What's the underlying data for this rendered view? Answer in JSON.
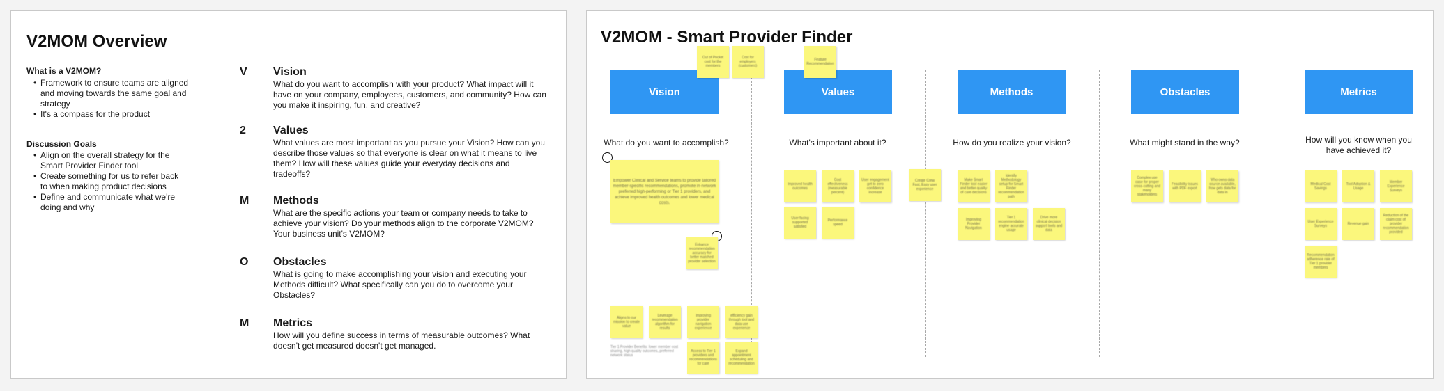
{
  "overview": {
    "title": "V2MOM Overview",
    "what_heading": "What is a V2MOM?",
    "what_items": [
      "Framework to ensure teams are aligned and moving towards the same goal and strategy",
      "It's a compass for the product"
    ],
    "goals_heading": "Discussion Goals",
    "goals_items": [
      "Align on the overall strategy for the Smart Provider Finder tool",
      "Create something for us to refer back to when making product decisions",
      "Define and communicate what we're doing and why"
    ],
    "sections": [
      {
        "letter": "V",
        "title": "Vision",
        "desc": "What do you want to accomplish with your product? What impact will it have on your company, employees, customers, and community? How can you make it inspiring, fun, and creative?"
      },
      {
        "letter": "2",
        "title": "Values",
        "desc": "What values are most important as you pursue your Vision? How can you describe those values so that everyone is clear on what it means to live them? How will these values guide your everyday decisions and tradeoffs?"
      },
      {
        "letter": "M",
        "title": "Methods",
        "desc": "What are the specific actions your team or company needs to take to achieve your vision? Do your methods align to the corporate V2MOM? Your business unit's V2MOM?"
      },
      {
        "letter": "O",
        "title": "Obstacles",
        "desc": "What is going to make accomplishing your vision and executing your Methods difficult? What specifically can you do to overcome your Obstacles?"
      },
      {
        "letter": "M",
        "title": "Metrics",
        "desc": "How will you define success in terms of measurable outcomes? What doesn't get measured doesn't get managed."
      }
    ]
  },
  "board": {
    "title": "V2MOM - Smart Provider Finder",
    "columns": [
      {
        "label": "Vision",
        "question": "What do you want to accomplish?"
      },
      {
        "label": "Values",
        "question": "What's important about it?"
      },
      {
        "label": "Methods",
        "question": "How do you realize your vision?"
      },
      {
        "label": "Obstacles",
        "question": "What might stand in the way?"
      },
      {
        "label": "Metrics",
        "question": "How will you know when you have achieved it?"
      }
    ],
    "stickies": {
      "top1": "Out of Pocket cost for the members",
      "top2": "Cost for employers (customers)",
      "top3": "Feature Recommendation",
      "vision_main": "Empower Clinical and Service teams to provide tailored member-specific recommendations, promote in-network preferred high-performing or Tier 1 providers, and achieve improved health outcomes and lower medical costs.",
      "vision_small": "Enhance recommendation accuracy for better matched provider selection",
      "v_b1": "Aligns to our mission to create value",
      "v_b2": "Leverage recommendation algorithm for results",
      "v_b3": "Improving provider navigation experience",
      "v_b4": "efficiency gain through tool and data use experience",
      "v_b5": "Access to Tier 1 providers and recommendations for care",
      "v_b6": "Expand appointment scheduling and recommendation",
      "v_note": "Tier 1 Provider Benefits: lower member cost sharing, high quality outcomes, preferred network status",
      "val1": "Improved health outcomes",
      "val2": "Cost effectiveness (measurable percent)",
      "val3": "User engagement get to zero confidence increase",
      "val4": "User facing supported satisfied",
      "val5": "Performance speed",
      "val6": "Create Crew Fast, Easy user experience",
      "meth1": "Make Smart Finder tool easier and better quality of care decisions",
      "meth2": "Identify Methodology setup for Smart Finder recommendation path",
      "meth3": "Improving Provider Navigation",
      "meth4": "Tier 1 recommendation engine accurate usage",
      "meth5": "Drive more clinical decision support tools and data",
      "obs1": "Complex use case for proper cross-cutting and many stakeholders",
      "obs2": "Feasibility issues with PDF export",
      "obs3": "Who owns data source available, how gets data for data in",
      "met1": "Medical Cost Savings",
      "met2": "Tool Adoption & Usage",
      "met3": "Member Experience Surveys",
      "met4": "User Experience Surveys",
      "met5": "Revenue gain",
      "met6": "Reduction of the claim cost of provider recommendation provided",
      "met7": "Recommendation adherence rate of Tier 1 provider members"
    }
  }
}
